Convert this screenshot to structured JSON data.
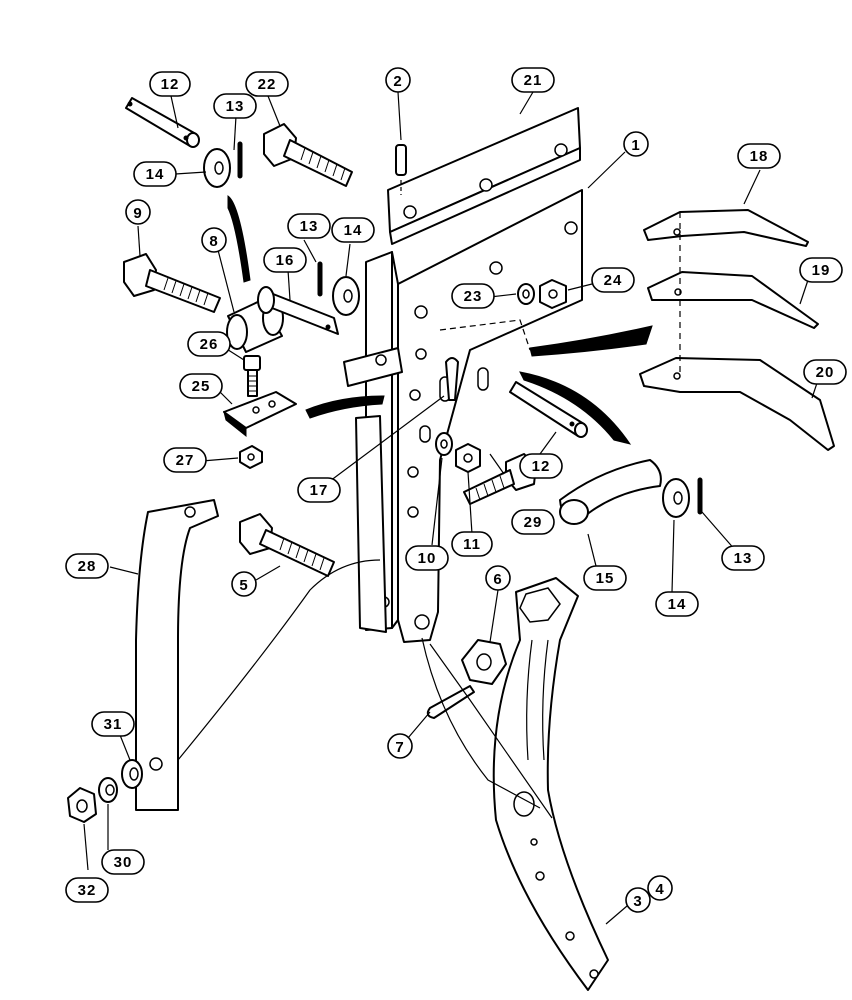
{
  "callouts": [
    {
      "id": "c1",
      "label": "1"
    },
    {
      "id": "c2",
      "label": "2"
    },
    {
      "id": "c3",
      "label": "3"
    },
    {
      "id": "c4",
      "label": "4"
    },
    {
      "id": "c5",
      "label": "5"
    },
    {
      "id": "c6",
      "label": "6"
    },
    {
      "id": "c7",
      "label": "7"
    },
    {
      "id": "c8",
      "label": "8"
    },
    {
      "id": "c9",
      "label": "9"
    },
    {
      "id": "c10",
      "label": "10"
    },
    {
      "id": "c11",
      "label": "11"
    },
    {
      "id": "c12a",
      "label": "12"
    },
    {
      "id": "c12b",
      "label": "12"
    },
    {
      "id": "c13a",
      "label": "13"
    },
    {
      "id": "c13b",
      "label": "13"
    },
    {
      "id": "c13c",
      "label": "13"
    },
    {
      "id": "c14a",
      "label": "14"
    },
    {
      "id": "c14b",
      "label": "14"
    },
    {
      "id": "c14c",
      "label": "14"
    },
    {
      "id": "c15",
      "label": "15"
    },
    {
      "id": "c16",
      "label": "16"
    },
    {
      "id": "c17",
      "label": "17"
    },
    {
      "id": "c18",
      "label": "18"
    },
    {
      "id": "c19",
      "label": "19"
    },
    {
      "id": "c20",
      "label": "20"
    },
    {
      "id": "c21",
      "label": "21"
    },
    {
      "id": "c22",
      "label": "22"
    },
    {
      "id": "c23",
      "label": "23"
    },
    {
      "id": "c24",
      "label": "24"
    },
    {
      "id": "c25",
      "label": "25"
    },
    {
      "id": "c26",
      "label": "26"
    },
    {
      "id": "c27",
      "label": "27"
    },
    {
      "id": "c28",
      "label": "28"
    },
    {
      "id": "c29",
      "label": "29"
    },
    {
      "id": "c30",
      "label": "30"
    },
    {
      "id": "c31",
      "label": "31"
    },
    {
      "id": "c32",
      "label": "32"
    }
  ]
}
